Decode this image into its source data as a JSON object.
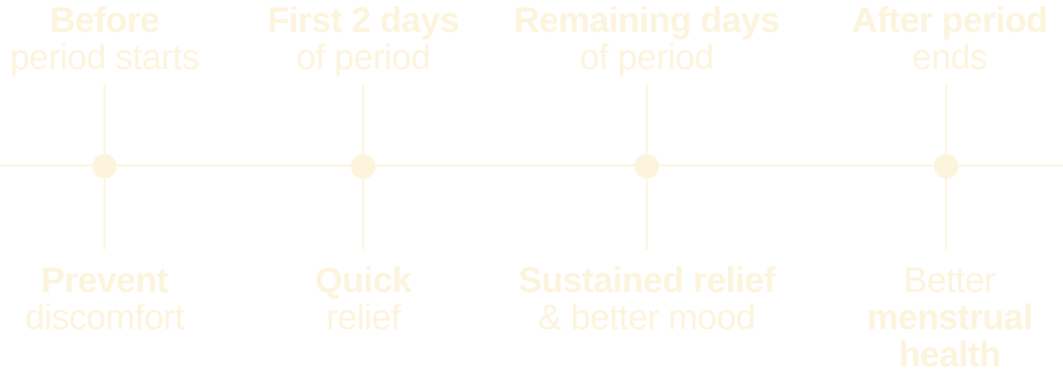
{
  "colors": {
    "accent": "#fdf4dd",
    "background": "#ffffff"
  },
  "stages": [
    {
      "top_bold": "Before",
      "top_light": "period starts",
      "bottom_bold": "Prevent",
      "bottom_light": "discomfort"
    },
    {
      "top_bold": "First 2 days",
      "top_light": "of period",
      "bottom_bold": "Quick",
      "bottom_light": "relief"
    },
    {
      "top_bold": "Remaining days",
      "top_light": "of period",
      "bottom_bold": "Sustained relief",
      "bottom_light": "& better mood"
    },
    {
      "top_bold": "After period",
      "top_light": "ends",
      "bottom_light_first": "Better",
      "bottom_bold_lines": [
        "menstrual",
        "health"
      ]
    }
  ]
}
